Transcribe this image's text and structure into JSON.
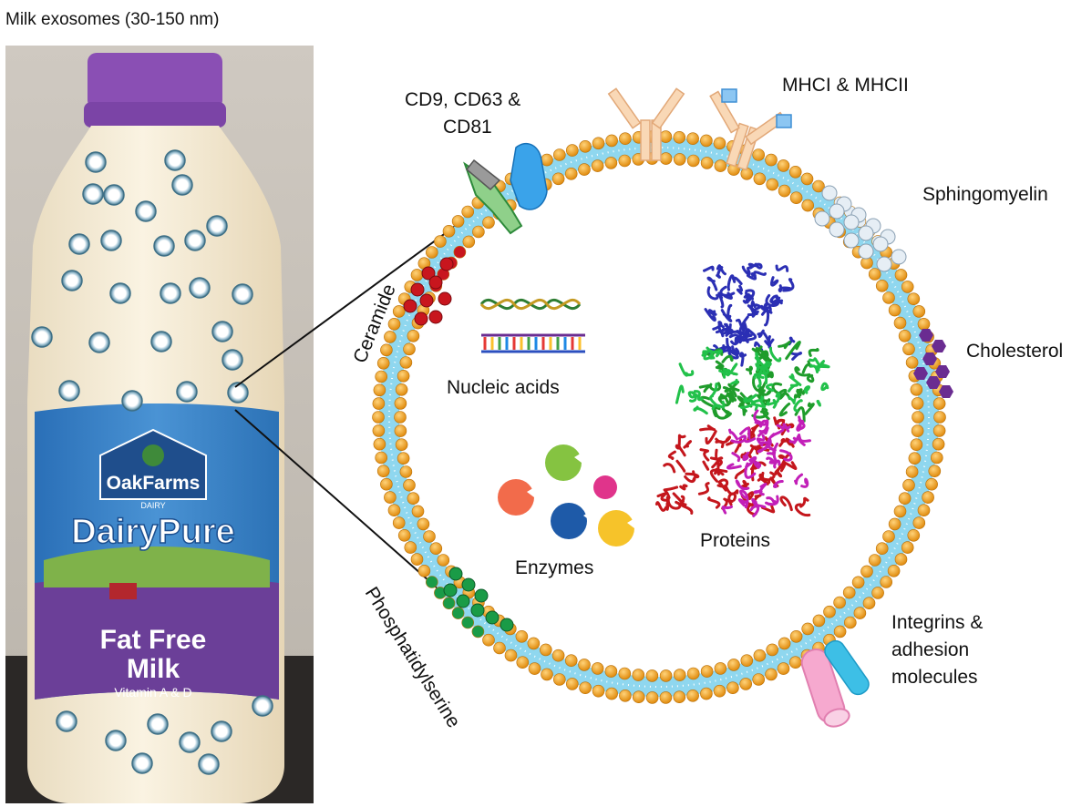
{
  "title": "Milk exosomes (30-150 nm)",
  "bottle": {
    "brand_top": "OakFarms",
    "brand_sub": "DAIRY",
    "brand_main": "DairyPure",
    "product_line1": "Fat Free",
    "product_line2": "Milk",
    "product_line3": "Vitamin A & D"
  },
  "labels": {
    "cd_line1": "CD9, CD63 &",
    "cd_line2": "CD81",
    "mhc": "MHCI & MHCII",
    "sphingomyelin": "Sphingomyelin",
    "cholesterol": "Cholesterol",
    "ceramide": "Ceramide",
    "nucleic_acids": "Nucleic acids",
    "proteins": "Proteins",
    "enzymes": "Enzymes",
    "integrins_line1": "Integrins &",
    "integrins_line2": "adhesion",
    "integrins_line3": "molecules",
    "phosphatidylserine": "Phosphatidylserine"
  },
  "colors": {
    "lipid_head": "#f5a623",
    "membrane": "#7fd3ee",
    "ceramide": "#c8161e",
    "phosphatidylserine": "#1a9b47",
    "cholesterol": "#6a2c91",
    "sphingomyelin": "#e6eef5",
    "bottle_cap": "#8a4fb4",
    "label_blue": "#2b6fb8",
    "label_purple": "#6b3f98"
  },
  "icons": [
    "exosome-icon",
    "antibody-icon",
    "tetraspanin-icon",
    "integrin-icon",
    "enzyme-icon",
    "dna-icon",
    "protein-structure-icon"
  ]
}
